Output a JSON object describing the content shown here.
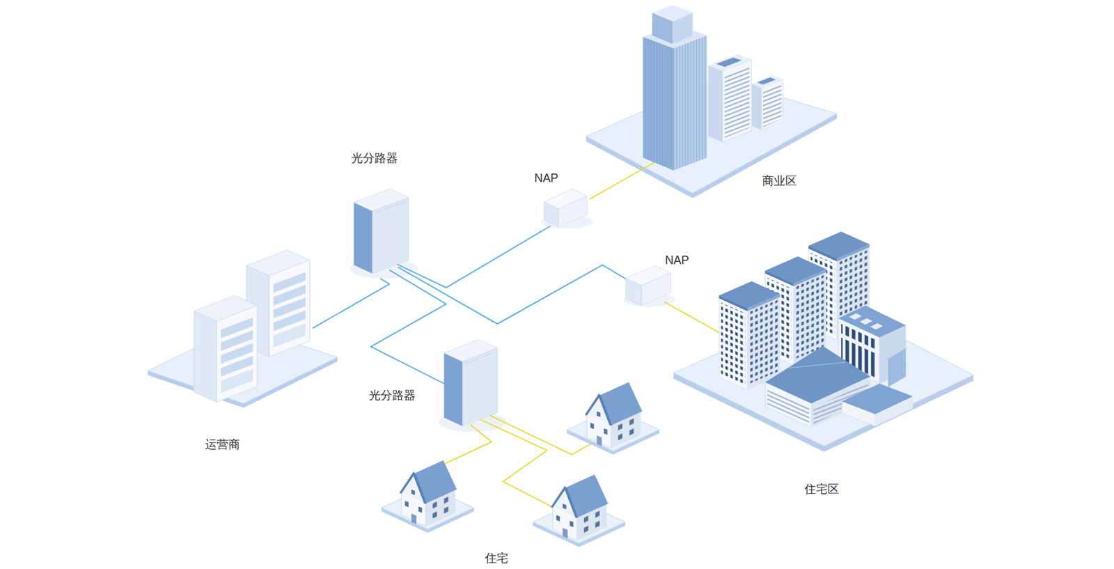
{
  "diagram": {
    "nodes": [
      {
        "text": [
          "运营商"
        ]
      },
      {
        "text": [
          "光分路器"
        ]
      },
      {
        "text": [
          "NAP"
        ]
      },
      {
        "text": [
          "商业区"
        ]
      },
      {
        "text": [
          "NAP"
        ]
      },
      {
        "text": [
          "住宅区"
        ]
      },
      {
        "text": [
          "光分路器"
        ]
      },
      {
        "text": [
          "住宅"
        ]
      }
    ],
    "edges": [
      {
        "from": 0,
        "to": 1,
        "arrow": "none"
      },
      {
        "from": 1,
        "to": 2,
        "arrow": "none"
      },
      {
        "from": 1,
        "to": 4,
        "arrow": "none"
      },
      {
        "from": 1,
        "to": 6,
        "arrow": "none"
      },
      {
        "from": 2,
        "to": 3,
        "arrow": "none"
      },
      {
        "from": 4,
        "to": 5,
        "arrow": "none"
      },
      {
        "from": 6,
        "to": 7,
        "arrow": "none"
      }
    ]
  }
}
